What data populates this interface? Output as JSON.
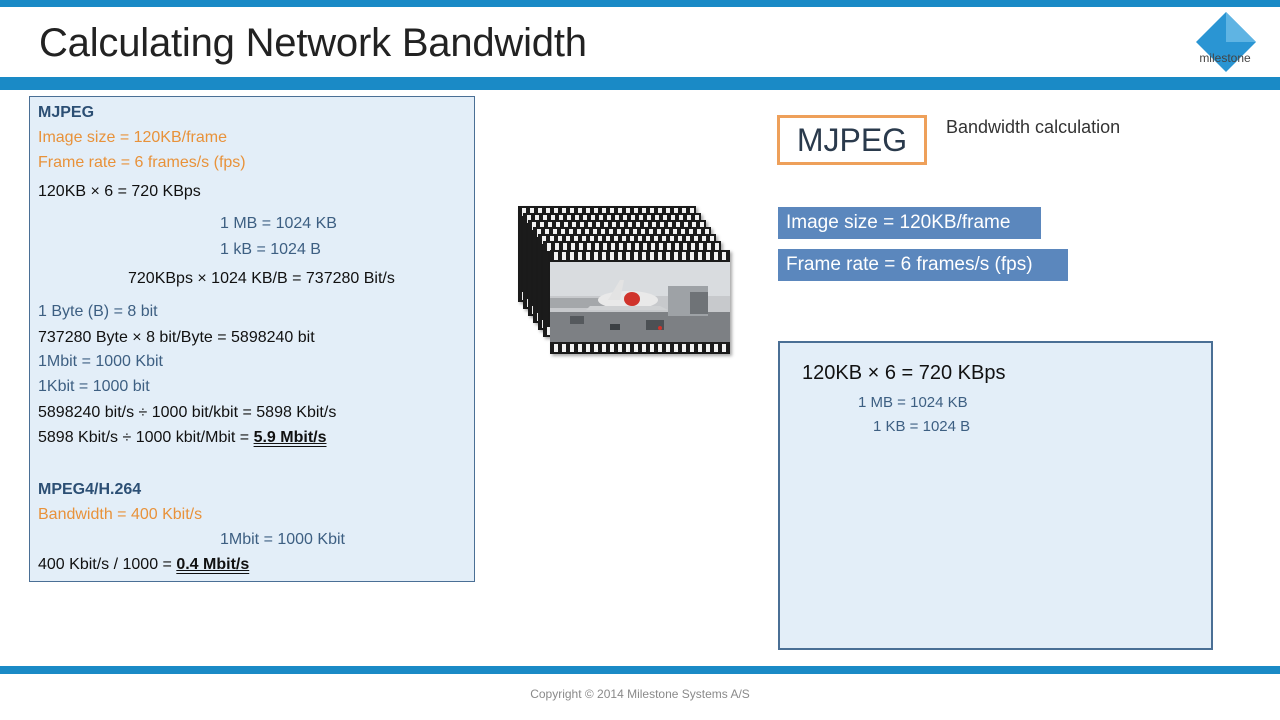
{
  "slide": {
    "title": "Calculating Network Bandwidth",
    "logo_text": "milestone",
    "copyright": "Copyright © 2014 Milestone Systems A/S"
  },
  "notes": {
    "mjpeg_heading": "MJPEG",
    "image_size": "Image size = 120KB/frame",
    "frame_rate": "Frame rate = 6 frames/s (fps)",
    "calc_kbps": "120KB × 6 = 720 KBps",
    "mb_kb": "1 MB = 1024 KB",
    "kb_b": "1 kB = 1024 B",
    "calc_bits": "720KBps × 1024 KB/B = 737280 Bit/s",
    "byte_bit": "1 Byte (B) = 8 bit",
    "calc_bit": "737280 Byte × 8 bit/Byte = 5898240 bit",
    "mbit_kbit": "1Mbit = 1000 Kbit",
    "kbit_bit": "1Kbit = 1000 bit",
    "calc_kbit": "5898240 bit/s  ÷ 1000 bit/kbit = 5898 Kbit/s",
    "calc_mbit_prefix": "5898 Kbit/s ÷ 1000 kbit/Mbit = ",
    "calc_mbit_result": "5.9 Mbit/s",
    "mpeg4_heading": "MPEG4/H.264",
    "bandwidth": "Bandwidth = 400 Kbit/s",
    "mbit_kbit_2": "1Mbit = 1000 Kbit",
    "calc_mpeg_prefix": "400 Kbit/s / 1000 = ",
    "calc_mpeg_result": "0.4 Mbit/s"
  },
  "illustration": {
    "icon": "film-strip-airplane-photo"
  },
  "right_panel": {
    "codec_label": "MJPEG",
    "calc_label": "Bandwidth calculation",
    "image_size_pill": "Image size = 120KB/frame",
    "frame_rate_pill": "Frame rate = 6 frames/s (fps)",
    "work_line_1": "120KB × 6 = 720 KBps",
    "work_line_2": "1 MB = 1024 KB",
    "work_line_3": "1 KB = 1024 B"
  },
  "colors": {
    "brand_blue": "#1a8ac6",
    "panel_fill": "#e3eef8",
    "pill_blue": "#5b87bd",
    "accent_orange": "#eea05a"
  }
}
